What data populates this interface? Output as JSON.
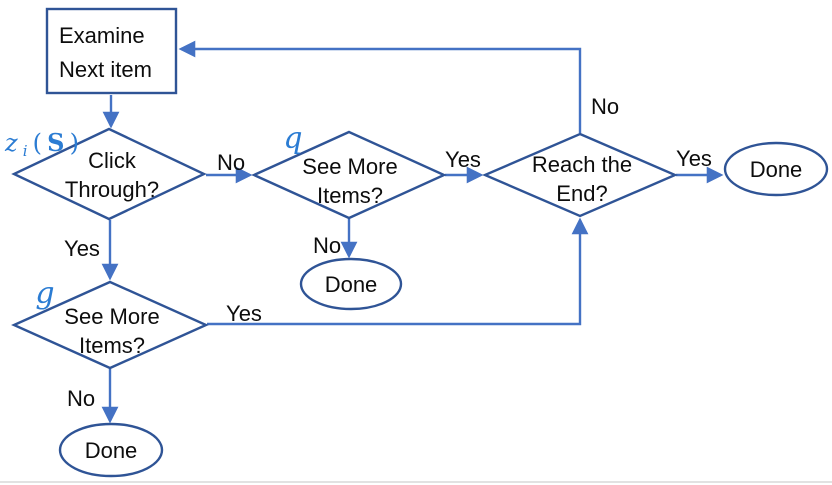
{
  "colors": {
    "outline": "#2f5496",
    "arrow": "#4472c4",
    "math": "#2b7cd3",
    "text": "#0d0d0d",
    "rule": "#d9d9d9"
  },
  "nodes": {
    "examine": {
      "type": "process",
      "line1": "Examine",
      "line2": "Next item"
    },
    "click_through": {
      "type": "decision",
      "line1": "Click",
      "line2": "Through?"
    },
    "see_more_q": {
      "type": "decision",
      "line1": "See More",
      "line2": "Items?"
    },
    "reach_end": {
      "type": "decision",
      "line1": "Reach the",
      "line2": "End?"
    },
    "see_more_g": {
      "type": "decision",
      "line1": "See More",
      "line2": "Items?"
    },
    "done_right": {
      "type": "terminator",
      "label": "Done"
    },
    "done_middle": {
      "type": "terminator",
      "label": "Done"
    },
    "done_bottom": {
      "type": "terminator",
      "label": "Done"
    }
  },
  "math_labels": {
    "click_through": {
      "base": "z",
      "sub": "i",
      "open": "(",
      "arg": "S",
      "close": ")"
    },
    "see_more_q": {
      "symbol": "q"
    },
    "see_more_g": {
      "symbol": "g"
    }
  },
  "edge_labels": {
    "click_no": "No",
    "q_yes": "Yes",
    "reach_yes": "Yes",
    "reach_no": "No",
    "click_yes": "Yes",
    "q_no": "No",
    "g_no": "No",
    "g_yes": "Yes"
  }
}
